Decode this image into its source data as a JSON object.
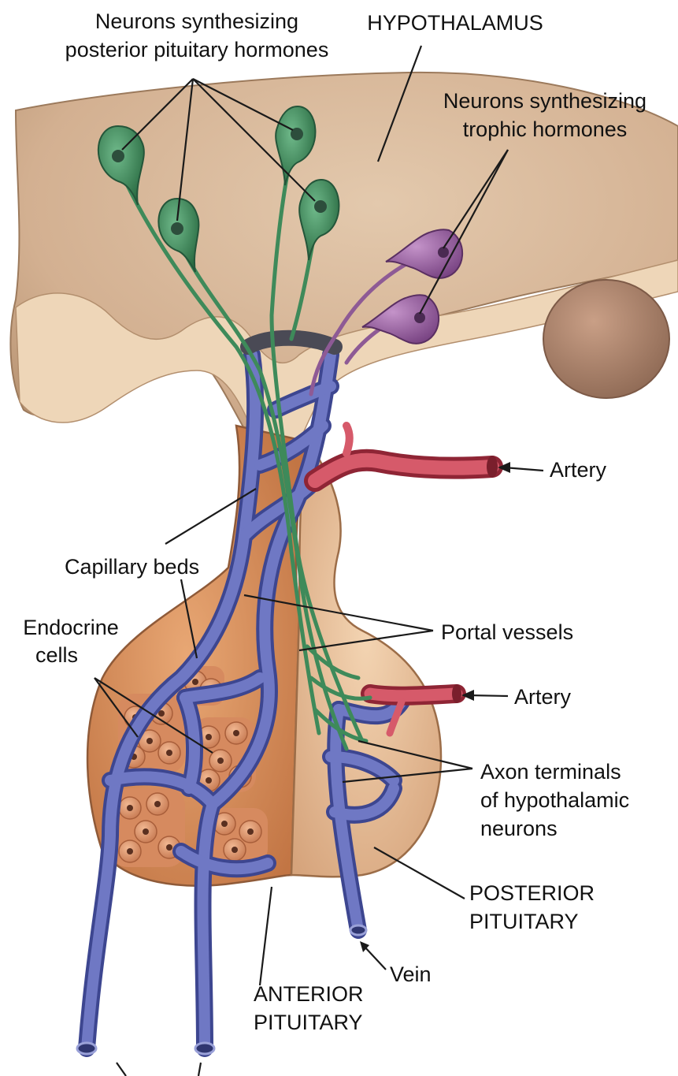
{
  "labels": {
    "neurons_posterior_1": "Neurons synthesizing",
    "neurons_posterior_2": "posterior pituitary hormones",
    "hypothalamus": "HYPOTHALAMUS",
    "neurons_trophic_1": "Neurons synthesizing",
    "neurons_trophic_2": "trophic hormones",
    "artery_top": "Artery",
    "capillary_beds": "Capillary beds",
    "endocrine_1": "Endocrine",
    "endocrine_2": "cells",
    "portal_vessels": "Portal vessels",
    "artery_mid": "Artery",
    "axon_1": "Axon terminals",
    "axon_2": "of hypothalamic",
    "axon_3": "neurons",
    "posterior_1": "POSTERIOR",
    "posterior_2": "PITUITARY",
    "vein": "Vein",
    "anterior_1": "ANTERIOR",
    "anterior_2": "PITUITARY"
  },
  "colors": {
    "hypothalamus_tissue": "#d9b89a",
    "posterior_neurons": "#3e8a5a",
    "trophic_neurons": "#8e5a95",
    "portal_vessels": "#5a63b0",
    "artery": "#d1475a",
    "anterior_pituitary": "#d9925f",
    "posterior_pituitary": "#e7c09a"
  }
}
